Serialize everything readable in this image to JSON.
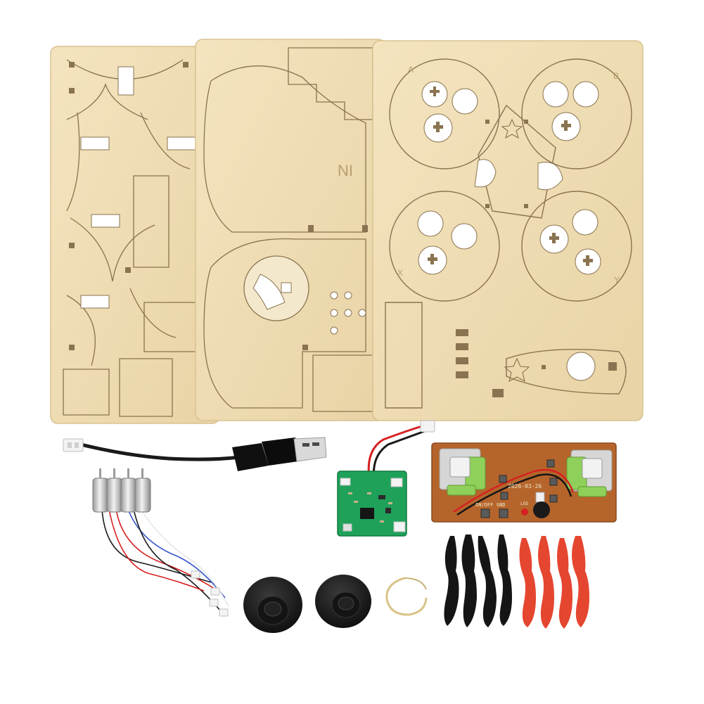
{
  "scene": {
    "background": "#ffffff",
    "colors": {
      "plywood": "#efdcb3",
      "plywood_edge": "#d9c291",
      "cut_line": "#8a7350",
      "cable": "#1a1a1a",
      "motor_silver": "#c9c9c9",
      "pcb_green": "#1fa15a",
      "controller_pcb": "#b5652b",
      "joystick_green": "#8fd05a",
      "propeller_black": "#151515",
      "propeller_red": "#e5462f"
    }
  },
  "panels": {
    "middle_label": "NI",
    "right_letters": [
      "A",
      "B",
      "X",
      "Y"
    ]
  },
  "controller_board": {
    "date_text": "2026-03-26",
    "switch_text": "ON/OFF",
    "gnd_text": "GND",
    "led_text": "LED"
  },
  "objects": {
    "wood_panel_left": "wood-panel-left",
    "wood_panel_middle": "wood-panel-middle",
    "wood_panel_right": "wood-panel-right",
    "usb_cable": "usb-charging-cable",
    "motors": "motor-set",
    "flight_board": "flight-controller-board",
    "remote_board": "remote-controller-board",
    "joystick_caps": "joystick-caps",
    "tape_ring": "tape-ring",
    "propellers_black": "black-propellers",
    "propellers_red": "red-propellers"
  }
}
